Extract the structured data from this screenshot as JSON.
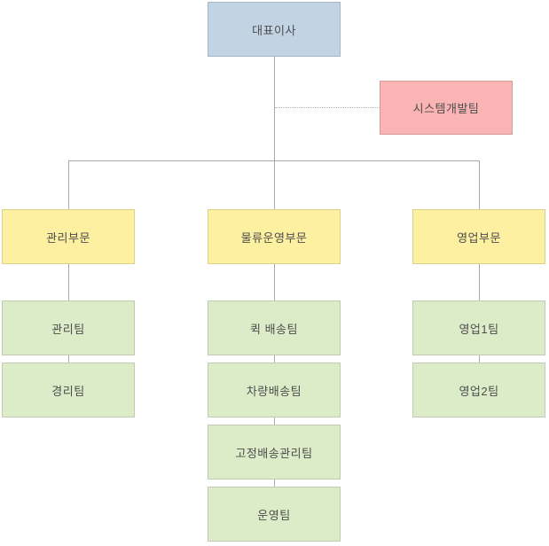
{
  "chart_data": {
    "type": "org-chart",
    "title": "",
    "root": {
      "id": "ceo",
      "label": "대표이사"
    },
    "staff": {
      "id": "system-dev-team",
      "label": "시스템개발팀",
      "connection": "dotted"
    },
    "divisions": [
      {
        "id": "management-division",
        "label": "관리부문",
        "teams": [
          {
            "id": "management-team",
            "label": "관리팀"
          },
          {
            "id": "accounting-team",
            "label": "경리팀"
          }
        ]
      },
      {
        "id": "logistics-operations-division",
        "label": "물류운영부문",
        "teams": [
          {
            "id": "quick-delivery-team",
            "label": "퀵 배송팀"
          },
          {
            "id": "vehicle-delivery-team",
            "label": "차량배송팀"
          },
          {
            "id": "fixed-delivery-management-team",
            "label": "고정배송관리팀"
          },
          {
            "id": "operations-team",
            "label": "운영팀"
          }
        ]
      },
      {
        "id": "sales-division",
        "label": "영업부문",
        "teams": [
          {
            "id": "sales-team-1",
            "label": "영업1팀"
          },
          {
            "id": "sales-team-2",
            "label": "영업2팀"
          }
        ]
      }
    ],
    "colors": {
      "root_fill": "#c2d3e3",
      "staff_fill": "#f9b4b3",
      "division_fill": "#fdf0a1",
      "team_fill": "#dcecc8",
      "connector_line": "#aaaaaa",
      "dotted_line": "#b3b3b3",
      "text": "#4d4d4d",
      "background": "#ffffff"
    }
  }
}
